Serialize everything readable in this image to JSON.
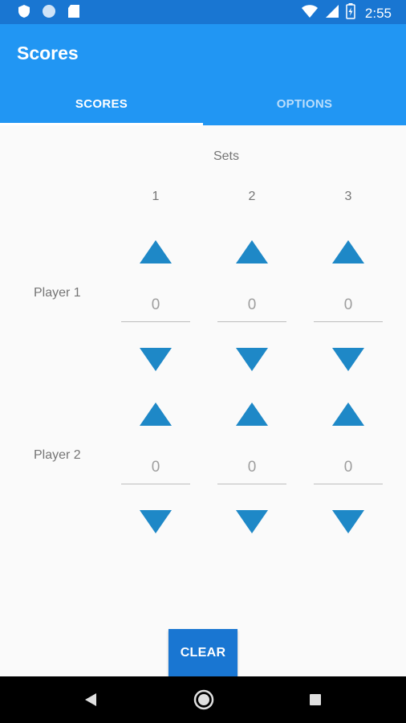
{
  "status_bar": {
    "time": "2:55"
  },
  "app": {
    "title": "Scores"
  },
  "tabs": [
    {
      "label": "SCORES",
      "active": true
    },
    {
      "label": "OPTIONS",
      "active": false
    }
  ],
  "sets": {
    "label": "Sets",
    "columns": [
      "1",
      "2",
      "3"
    ]
  },
  "players": [
    {
      "name": "Player 1",
      "scores": [
        "0",
        "0",
        "0"
      ]
    },
    {
      "name": "Player 2",
      "scores": [
        "0",
        "0",
        "0"
      ]
    }
  ],
  "actions": {
    "clear_label": "CLEAR"
  },
  "colors": {
    "status_bar": "#1976d2",
    "app_bar": "#2196f3",
    "accent": "#1e88c7",
    "button": "#1976d2"
  },
  "icons": [
    "shield-icon",
    "circle-icon",
    "sd-card-icon",
    "wifi-icon",
    "signal-icon",
    "battery-icon",
    "up-arrow-icon",
    "down-arrow-icon",
    "back-icon",
    "home-icon",
    "recents-icon"
  ]
}
